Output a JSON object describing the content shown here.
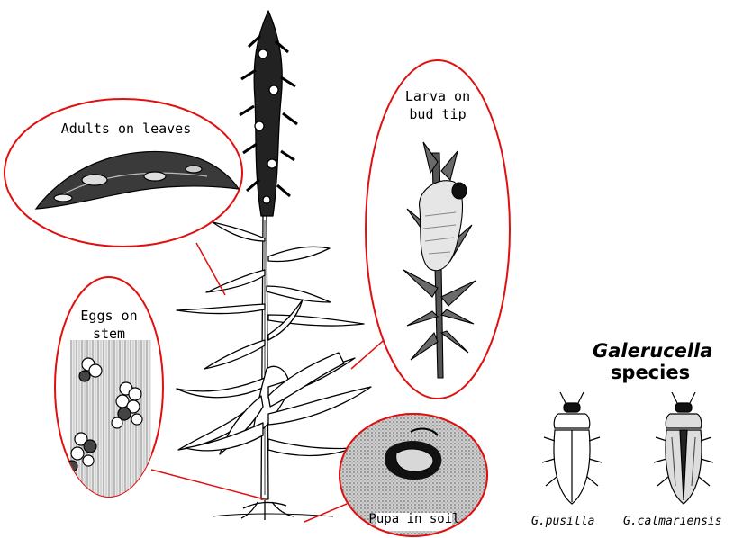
{
  "labels": {
    "adults": "Adults on leaves",
    "larva_line1": "Larva on",
    "larva_line2": "bud tip",
    "eggs_line1": "Eggs on",
    "eggs_line2": "stem",
    "pupa": "Pupa in soil"
  },
  "species_heading": {
    "line1": "Galerucella",
    "line2": "species"
  },
  "species": [
    {
      "name": "G.pusilla"
    },
    {
      "name": "G.calmariensis"
    }
  ],
  "colors": {
    "callout": "#e01010",
    "ink": "#000000",
    "background": "#ffffff"
  }
}
